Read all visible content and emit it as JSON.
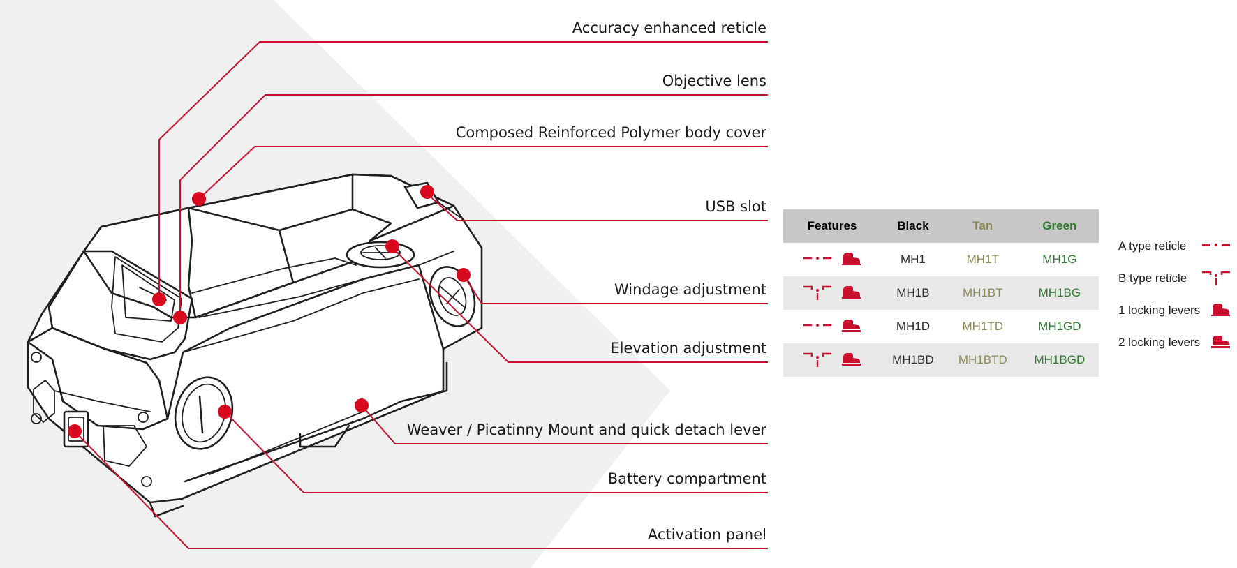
{
  "callouts": [
    "Accuracy enhanced reticle",
    "Objective lens",
    "Composed Reinforced Polymer body cover",
    "USB slot",
    "Windage adjustment",
    "Elevation adjustment",
    "Weaver / Picatinny Mount and quick detach lever",
    "Battery compartment",
    "Activation panel"
  ],
  "table": {
    "headers": [
      "Features",
      "Black",
      "Tan",
      "Green"
    ],
    "rows": [
      {
        "reticle": "a-type-reticle",
        "levers": "1",
        "black": "MH1",
        "tan": "MH1T",
        "green": "MH1G"
      },
      {
        "reticle": "b-type-reticle",
        "levers": "1",
        "black": "MH1B",
        "tan": "MH1BT",
        "green": "MH1BG"
      },
      {
        "reticle": "a-type-reticle",
        "levers": "2",
        "black": "MH1D",
        "tan": "MH1TD",
        "green": "MH1GD"
      },
      {
        "reticle": "b-type-reticle",
        "levers": "2",
        "black": "MH1BD",
        "tan": "MH1BTD",
        "green": "MH1BGD"
      }
    ]
  },
  "legend": [
    {
      "label": "A type reticle",
      "icon": "a-type-reticle-icon"
    },
    {
      "label": "B type reticle",
      "icon": "b-type-reticle-icon"
    },
    {
      "label": "1 locking levers",
      "icon": "one-locking-lever-icon"
    },
    {
      "label": "2 locking levers",
      "icon": "two-locking-levers-icon"
    }
  ],
  "colors": {
    "accent": "#c8102e",
    "tan": "#8a8a55",
    "green": "#2e7d2e",
    "table_header": "#c8c8c8",
    "background_band": "#f0f0f0"
  }
}
